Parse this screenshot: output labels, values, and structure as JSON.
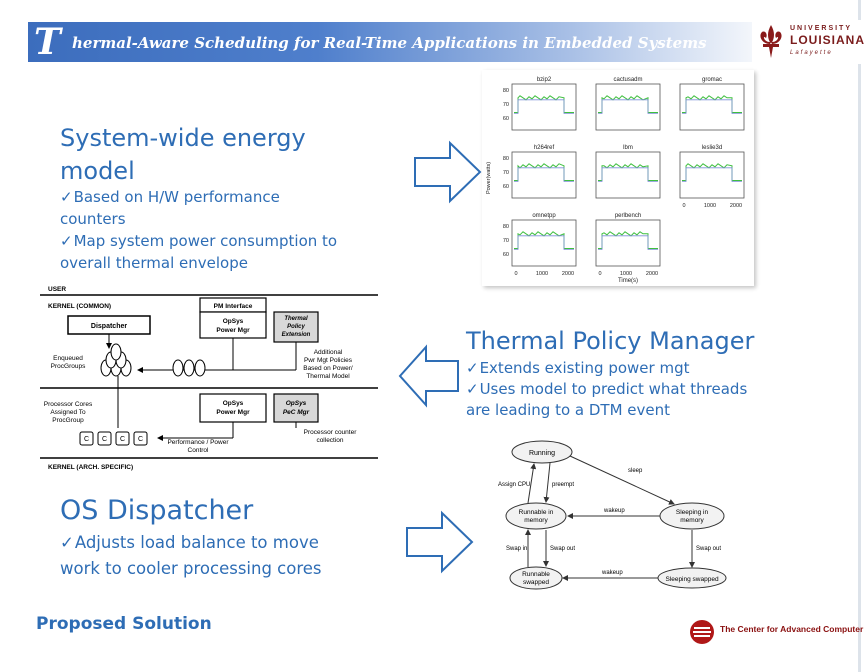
{
  "header": {
    "initial": "T",
    "title": "hermal-Aware Scheduling for Real-Time Applications in Embedded Systems",
    "logo": {
      "line1": "UNIVERSITY",
      "line2": "LOUISIANA",
      "line3": "Lafayette"
    }
  },
  "energy_model": {
    "title_line1": "System-wide energy",
    "title_line2": "model",
    "bullets": [
      [
        "Based on H/W performance",
        "counters"
      ],
      [
        "Map system power consumption to",
        "overall thermal envelope"
      ]
    ]
  },
  "policy_manager": {
    "title": "Thermal Policy Manager",
    "bullets": [
      [
        "Extends existing power mgt"
      ],
      [
        "Uses model to predict what threads",
        "are leading to a DTM event"
      ]
    ]
  },
  "dispatcher": {
    "title": "OS Dispatcher",
    "bullets": [
      [
        "Adjusts load balance to move",
        "work to cooler processing cores"
      ]
    ]
  },
  "power_plots": {
    "panels": [
      "bzip2",
      "cactusadm",
      "gromac",
      "h264ref",
      "lbm",
      "leslie3d",
      "omnetpp",
      "perlbench"
    ],
    "yticks": [
      "80",
      "70",
      "60"
    ],
    "xticks": [
      "0",
      "1000",
      "2000"
    ],
    "ylabel": "Power(watts)",
    "xlabel": "Time(s)"
  },
  "architecture": {
    "user": "USER",
    "kernel_common": "KERNEL (COMMON)",
    "kernel_arch": "KERNEL (ARCH. SPECIFIC)",
    "dispatcher": "Dispatcher",
    "pm_interface": "PM Interface",
    "opsys_power_mgr_top": [
      "OpSys",
      "Power Mgr"
    ],
    "thermal_policy": [
      "Thermal",
      "Policy",
      "Extension"
    ],
    "enqueued": [
      "Enqueued",
      "ProcGroups"
    ],
    "additional": [
      "Additional",
      "Pwr Mgt Policies",
      "Based on Power/",
      "Thermal Model"
    ],
    "processor_cores": [
      "Processor Cores",
      "Assigned To",
      "ProcGroup"
    ],
    "opsys_power_mgr_bottom": [
      "OpSys",
      "Power Mgr"
    ],
    "opsys_pec_mgr": [
      "OpSys",
      "PeC Mgr"
    ],
    "perf_power_control": [
      "Performance / Power",
      "Control"
    ],
    "counter_collection": [
      "Processor counter",
      "collection"
    ],
    "core_label": "C"
  },
  "state_diagram": {
    "states": {
      "running": "Running",
      "runnable_mem": [
        "Runnable in",
        "memory"
      ],
      "sleeping_mem": [
        "Sleeping in",
        "memory"
      ],
      "runnable_swapped": [
        "Runnable",
        "swapped"
      ],
      "sleeping_swapped": "Sleeping swapped"
    },
    "edges": {
      "sleep": "sleep",
      "assign_cpu": "Assign CPU",
      "preempt": "preempt",
      "wakeup1": "wakeup",
      "swap_in": "Swap in",
      "swap_out_left": "Swap out",
      "swap_out_right": "Swap out",
      "wakeup2": "wakeup"
    }
  },
  "footer": {
    "section": "Proposed Solution",
    "center_name": "The Center for Advanced Computer Studies"
  },
  "colors": {
    "accent": "#2e6db5",
    "header_blue": "#3c6dbd",
    "arrow_blue": "#2e6db5",
    "brand_red": "#8a1010"
  }
}
